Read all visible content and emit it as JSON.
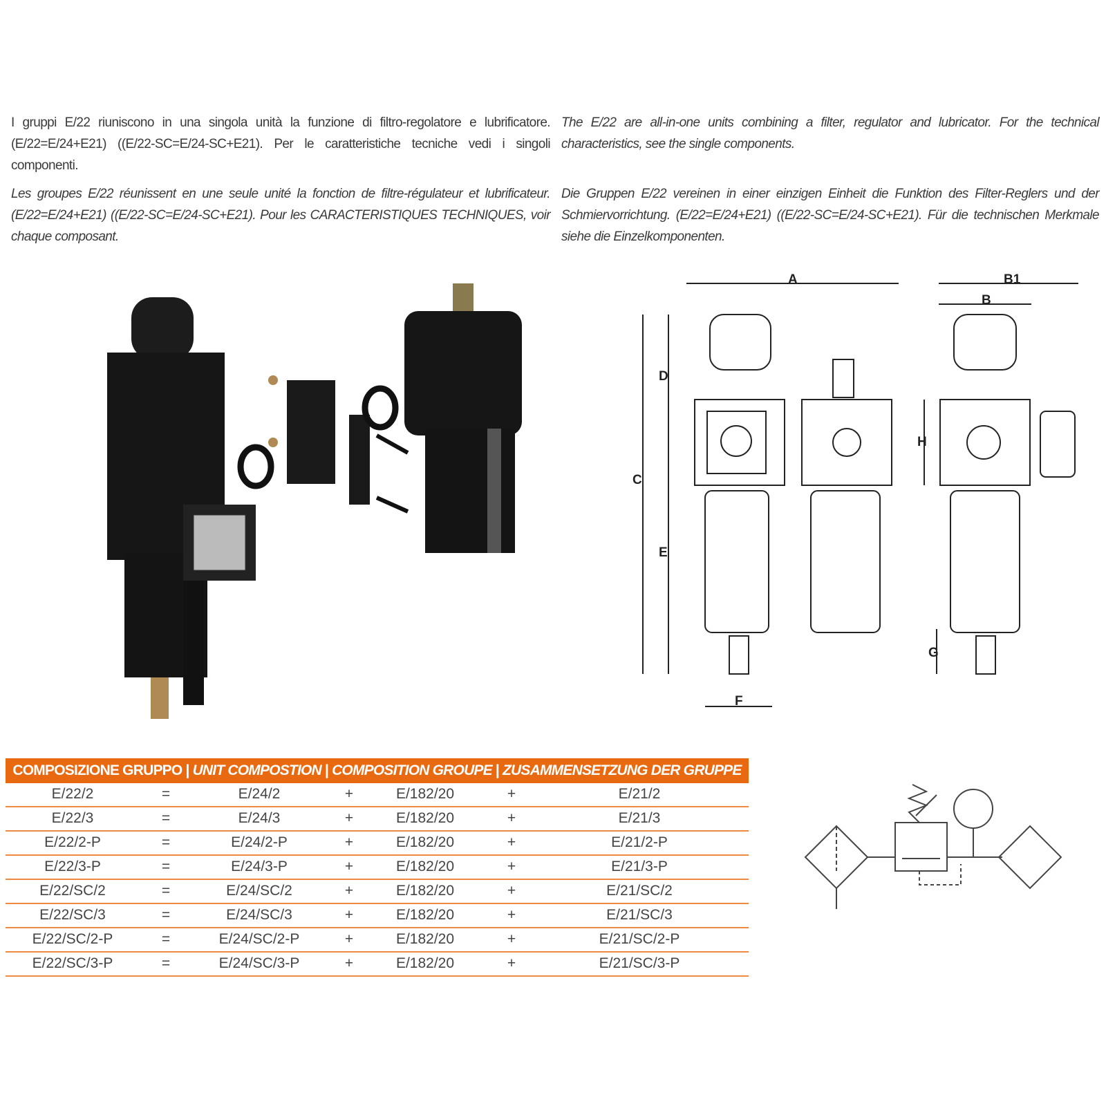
{
  "text": {
    "it": "I gruppi E/22 riuniscono in una singola unità la funzione di filtro-regolatore e lubrificatore. (E/22=E/24+E21) ((E/22-SC=E/24-SC+E21). Per le caratteristiche tecniche vedi i singoli componenti.",
    "fr": "Les groupes E/22 réunissent en une seule unité la fonction de filtre-régulateur et lubrificateur. (E/22=E/24+E21) ((E/22-SC=E/24-SC+E21). Pour les CARACTERISTIQUES TECHNIQUES, voir chaque composant.",
    "en": "The E/22 are all-in-one units combining a filter, regulator and lubricator. For the technical characteristics, see the single components.",
    "de": "Die Gruppen E/22 vereinen in einer einzigen Einheit die Funktion des Filter-Reglers und der Schmiervorrichtung. (E/22=E/24+E21) ((E/22-SC=E/24-SC+E21). Für die technischen Merkmale siehe die Einzelkomponenten."
  },
  "dimensions": {
    "A": "A",
    "B1": "B1",
    "B": "B",
    "C": "C",
    "D": "D",
    "E": "E",
    "F": "F",
    "G": "G",
    "H": "H"
  },
  "table": {
    "header": {
      "it": "COMPOSIZIONE GRUPPO",
      "en": "UNIT COMPOSTION",
      "fr": "COMPOSITION GROUPE",
      "de": "ZUSAMMENSETZUNG DER GRUPPE",
      "sep": " | "
    },
    "rows": [
      [
        "E/22/2",
        "=",
        "E/24/2",
        "+",
        "E/182/20",
        "+",
        "E/21/2"
      ],
      [
        "E/22/3",
        "=",
        "E/24/3",
        "+",
        "E/182/20",
        "+",
        "E/21/3"
      ],
      [
        "E/22/2-P",
        "=",
        "E/24/2-P",
        "+",
        "E/182/20",
        "+",
        "E/21/2-P"
      ],
      [
        "E/22/3-P",
        "=",
        "E/24/3-P",
        "+",
        "E/182/20",
        "+",
        "E/21/3-P"
      ],
      [
        "E/22/SC/2",
        "=",
        "E/24/SC/2",
        "+",
        "E/182/20",
        "+",
        "E/21/SC/2"
      ],
      [
        "E/22/SC/3",
        "=",
        "E/24/SC/3",
        "+",
        "E/182/20",
        "+",
        "E/21/SC/3"
      ],
      [
        "E/22/SC/2-P",
        "=",
        "E/24/SC/2-P",
        "+",
        "E/182/20",
        "+",
        "E/21/SC/2-P"
      ],
      [
        "E/22/SC/3-P",
        "=",
        "E/24/SC/3-P",
        "+",
        "E/182/20",
        "+",
        "E/21/SC/3-P"
      ]
    ]
  },
  "colors": {
    "accent": "#e8690f",
    "row_line": "#ef8a43"
  }
}
